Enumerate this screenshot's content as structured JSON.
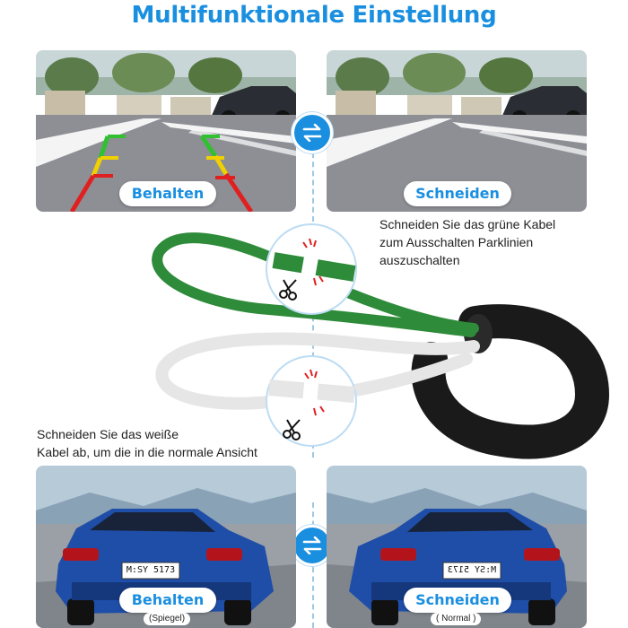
{
  "title": "Multifunktionale Einstellung",
  "top_left_label": "Behalten",
  "top_right_label": "Schneiden",
  "instruction_green": [
    "Schneiden Sie das grüne Kabel",
    "zum Ausschalten Parklinien",
    "auszuschalten"
  ],
  "instruction_white": [
    "Schneiden Sie das weiße",
    "Kabel ab, um die in die normale Ansicht"
  ],
  "bottom_left_label": "Behalten",
  "bottom_left_sub": "(Spiegel)",
  "bottom_right_label": "Schneiden",
  "bottom_right_sub": "( Normal )",
  "plate_left": "M:SY 5173",
  "plate_right": "M:SY 5173",
  "colors": {
    "accent": "#1a8fe0",
    "green_cable": "#2e8b3a",
    "white_cable": "#e8e8e8",
    "black_sheath": "#1a1a1a",
    "guide_red": "#e02020",
    "guide_yellow": "#f0d000",
    "guide_green": "#30c030"
  },
  "icons": {
    "swap": "swap-arrows-icon",
    "scissors": "scissors-icon"
  }
}
